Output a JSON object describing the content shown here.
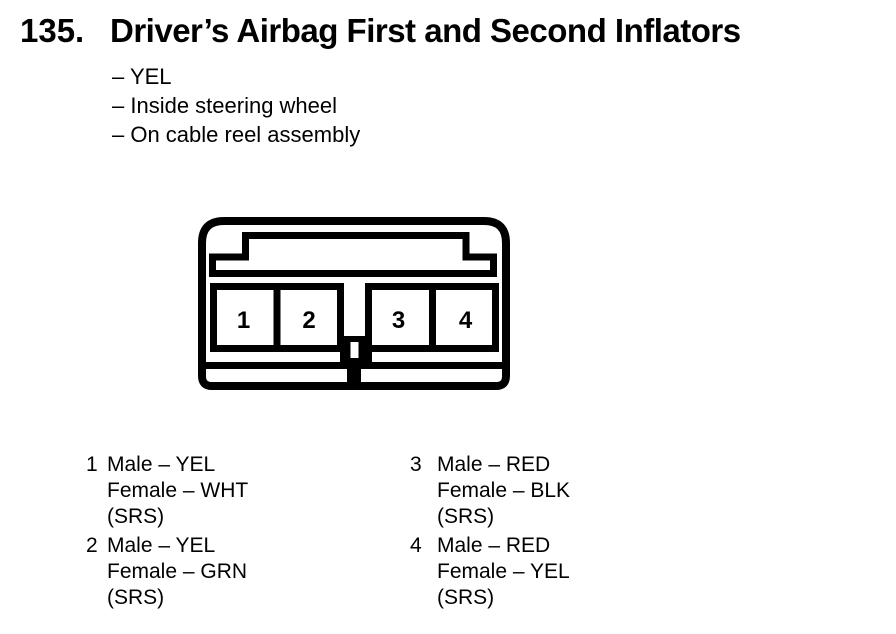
{
  "colors": {
    "ink": "#000000",
    "paper": "#ffffff"
  },
  "header": {
    "number": "135.",
    "title": "Driver’s Airbag First and Second Inflators"
  },
  "details": [
    "– YEL",
    "– Inside steering wheel",
    "– On cable reel assembly"
  ],
  "connector": {
    "pins": [
      "1",
      "2",
      "3",
      "4"
    ]
  },
  "legend": {
    "entries": [
      {
        "pin": "1",
        "male": "Male – YEL",
        "female": "Female – WHT",
        "note": "(SRS)"
      },
      {
        "pin": "2",
        "male": "Male – YEL",
        "female": "Female – GRN",
        "note": "(SRS)"
      },
      {
        "pin": "3",
        "male": "Male – RED",
        "female": "Female – BLK",
        "note": "(SRS)"
      },
      {
        "pin": "4",
        "male": "Male – RED",
        "female": "Female – YEL",
        "note": "(SRS)"
      }
    ]
  }
}
